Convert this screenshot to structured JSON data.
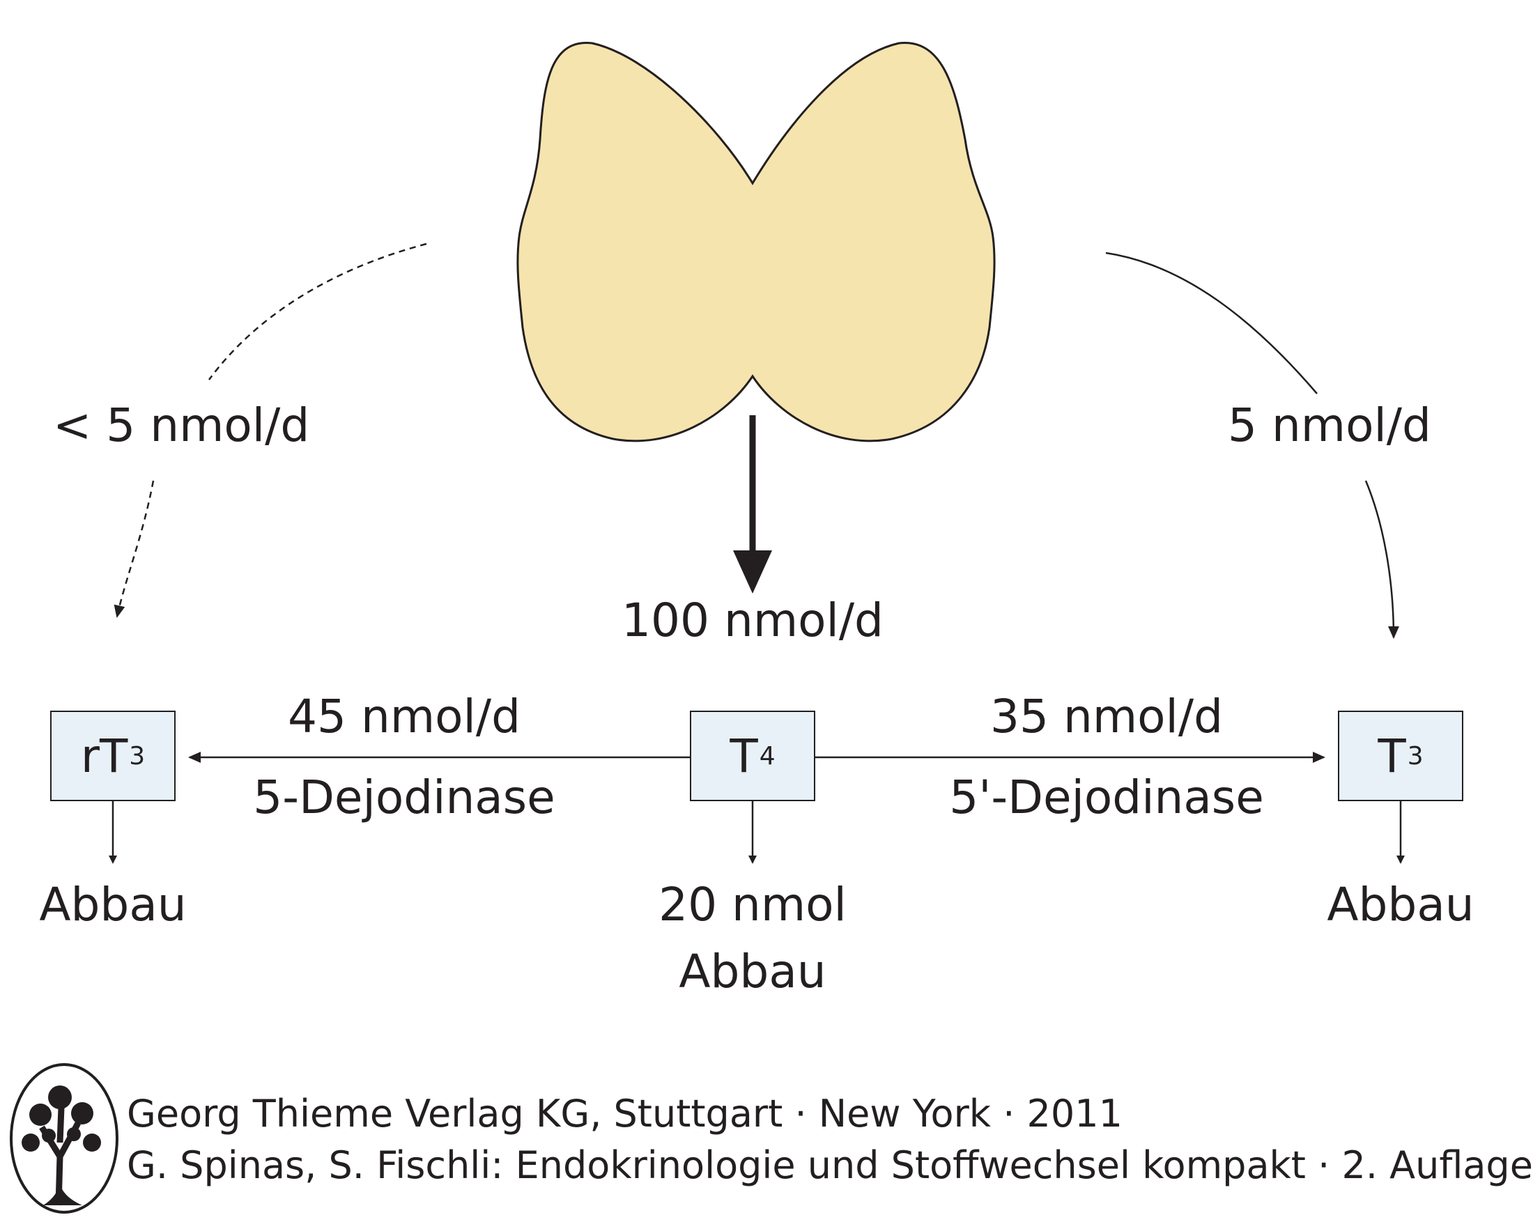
{
  "pathways": {
    "left_rate": "< 5 nmol/d",
    "right_rate": "5 nmol/d",
    "center_rate": "100 nmol/d",
    "left_conversion_rate": "45 nmol/d",
    "left_enzyme": "5-Dejodinase",
    "right_conversion_rate": "35 nmol/d",
    "right_enzyme": "5'-Dejodinase"
  },
  "boxes": {
    "rt3": {
      "main": "rT",
      "sub": "3"
    },
    "t4": {
      "main": "T",
      "sub": "4"
    },
    "t3": {
      "main": "T",
      "sub": "3"
    }
  },
  "outputs": {
    "rt3_degradation": "Abbau",
    "t4_amount": "20 nmol",
    "t4_degradation": "Abbau",
    "t3_degradation": "Abbau"
  },
  "credits": {
    "line1": "Georg Thieme Verlag KG, Stuttgart · New York · 2011",
    "line2": "G. Spinas, S. Fischli: Endokrinologie und Stoffwechsel kompakt · 2. Auflage"
  },
  "colors": {
    "gland_fill": "#f5e4ae",
    "box_fill": "#e8f1f8",
    "ink": "#231f20"
  }
}
